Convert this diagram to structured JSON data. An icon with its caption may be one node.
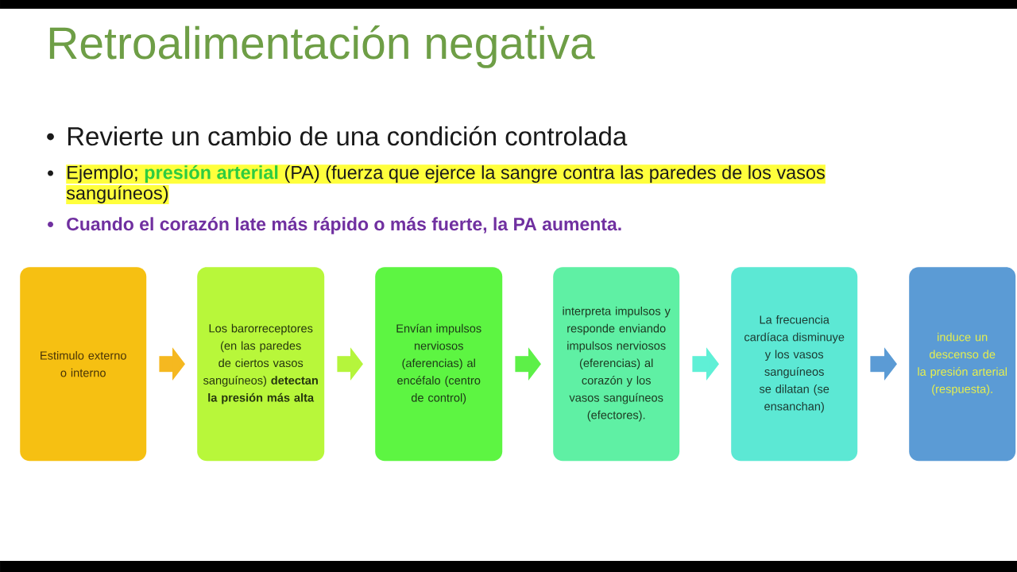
{
  "diagram": {
    "title": "Retroalimentación negativa",
    "nodes": [
      {
        "text": [
          "Estimulo externo o interno"
        ]
      },
      {
        "text": [
          "Los barorreceptores (en las paredes de ciertos vasos sanguíneos) **detectan la presión más alta**"
        ]
      },
      {
        "text": [
          "Envían impulsos nerviosos (aferencias) al encéfalo (centro de control)"
        ]
      },
      {
        "text": [
          "interpreta impulsos y responde enviando impulsos nerviosos (eferencias) al corazón y los vasos sanguíneos (efectores)."
        ]
      },
      {
        "text": [
          "La frecuencia cardíaca disminuye y los vasos sanguíneos se dilatan (se ensanchan)"
        ]
      },
      {
        "text": [
          "induce un descenso de la presión arterial (respuesta)."
        ]
      }
    ],
    "edges": [
      {
        "from": 0,
        "to": 1,
        "arrow": "to",
        "color": "#f5b820"
      },
      {
        "from": 1,
        "to": 2,
        "arrow": "to",
        "color": "#b5f53c"
      },
      {
        "from": 2,
        "to": 3,
        "arrow": "to",
        "color": "#5df048"
      },
      {
        "from": 3,
        "to": 4,
        "arrow": "to",
        "color": "#5ff0d6"
      },
      {
        "from": 4,
        "to": 5,
        "arrow": "to",
        "color": "#5b9bd5"
      }
    ],
    "labels": [
      "Revierte un cambio de una condición controlada",
      "Ejemplo; **presión arterial** (PA) (fuerza que ejerce la sangre contra las paredes de los vasos sanguíneos)",
      "Cuando el corazón late más rápido o más fuerte, la PA aumenta."
    ]
  }
}
